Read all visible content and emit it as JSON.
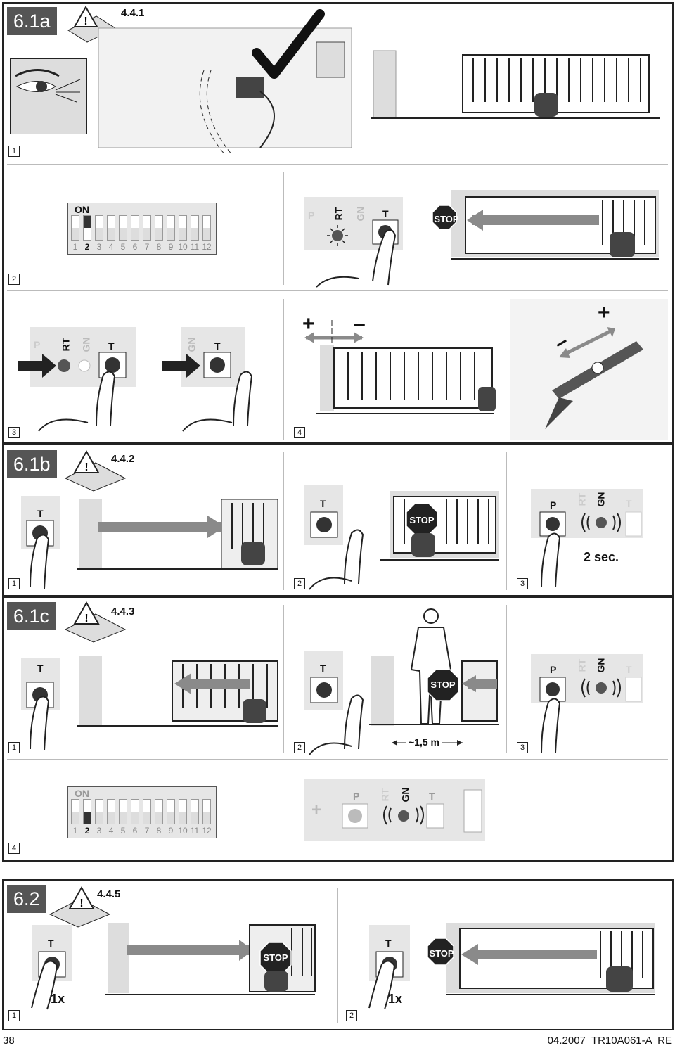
{
  "sections": [
    {
      "id": "6.1a",
      "label": "6.1a",
      "ref": "4.4.1"
    },
    {
      "id": "6.1b",
      "label": "6.1b",
      "ref": "4.4.2"
    },
    {
      "id": "6.1c",
      "label": "6.1c",
      "ref": "4.4.3"
    },
    {
      "id": "6.2",
      "label": "6.2",
      "ref": "4.4.5"
    }
  ],
  "steps": {
    "s1": "1",
    "s2": "2",
    "s3": "3",
    "s4": "4"
  },
  "labels": {
    "on": "ON",
    "dip_numbers": [
      "1",
      "2",
      "3",
      "4",
      "5",
      "6",
      "7",
      "8",
      "9",
      "10",
      "11",
      "12"
    ],
    "p": "P",
    "rt": "RT",
    "gn": "GN",
    "t": "T",
    "stop": "STOP",
    "plus": "+",
    "minus": "–",
    "two_sec": "2 sec.",
    "distance": "~1,5 m",
    "once": "1x"
  },
  "footer": {
    "page_number": "38",
    "doc_ref": "04.2007  TR10A061-A  RE"
  },
  "colors": {
    "badge": "#555555",
    "stop": "#222222",
    "arrow": "#8a8a8a",
    "panel_grey": "#e6e6e6"
  }
}
